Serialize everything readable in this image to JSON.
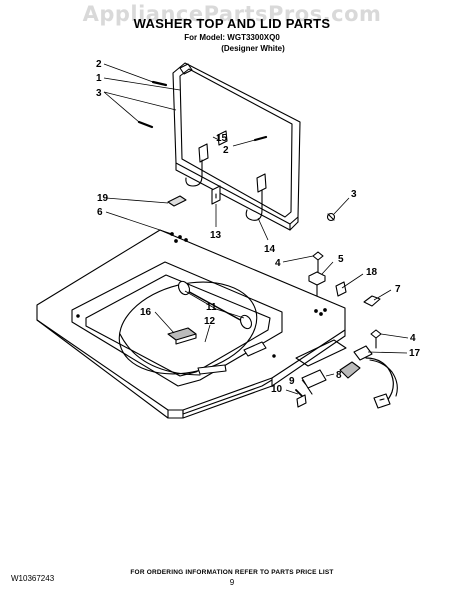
{
  "header": {
    "watermark": "AppliancePartsPros.com",
    "title": "WASHER TOP AND LID PARTS",
    "model_line": "For Model: WGT3300XQ0",
    "variant_line": "(Designer White)"
  },
  "callouts": {
    "c1": "1",
    "c2a": "2",
    "c2b": "2",
    "c3a": "3",
    "c3b": "3",
    "c4a": "4",
    "c4b": "4",
    "c5": "5",
    "c6": "6",
    "c7": "7",
    "c8": "8",
    "c9": "9",
    "c10": "10",
    "c11": "11",
    "c12": "12",
    "c13": "13",
    "c14": "14",
    "c15": "15",
    "c16": "16",
    "c17": "17",
    "c18": "18",
    "c19": "19"
  },
  "footer": {
    "doc_number": "W10367243",
    "ordering_note": "FOR ORDERING INFORMATION REFER TO PARTS PRICE LIST",
    "page_number": "9"
  }
}
